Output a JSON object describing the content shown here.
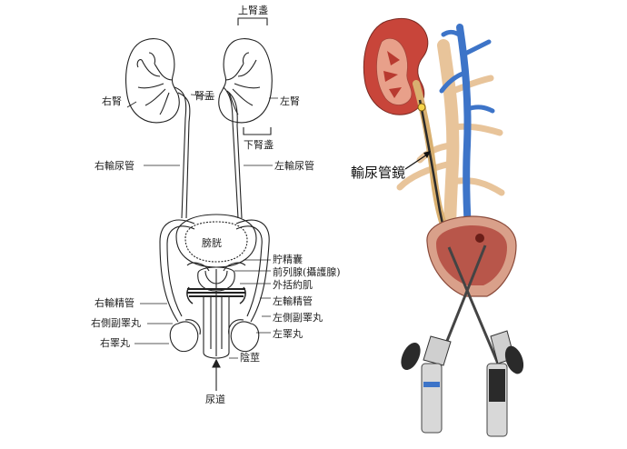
{
  "left_diagram": {
    "labels": {
      "upper_pole": "上腎盞",
      "renal_pelvis": "腎盂",
      "right_kidney": "右腎",
      "left_kidney": "左腎",
      "lower_pole": "下腎盞",
      "right_ureter": "右輸尿管",
      "left_ureter": "左輸尿管",
      "bladder": "膀胱",
      "seminal_vesicle": "貯精囊",
      "prostate": "前列腺(攝護腺)",
      "sphincter": "外括約肌",
      "right_vas": "右輸精管",
      "left_vas": "左輸精管",
      "right_epididymis": "右側副睪丸",
      "left_epididymis": "左側副睪丸",
      "right_testis": "右睪丸",
      "left_testis": "左睪丸",
      "penis": "陰莖",
      "urethra": "尿道"
    }
  },
  "right_diagram": {
    "labels": {
      "ureteroscope": "輸尿管鏡"
    },
    "colors": {
      "kidney": "#c8453a",
      "kidney_inner": "#e8a08a",
      "vessel_blue": "#3d74c8",
      "vessel_tan": "#e8c49a",
      "scope": "#2a2a2a"
    }
  }
}
